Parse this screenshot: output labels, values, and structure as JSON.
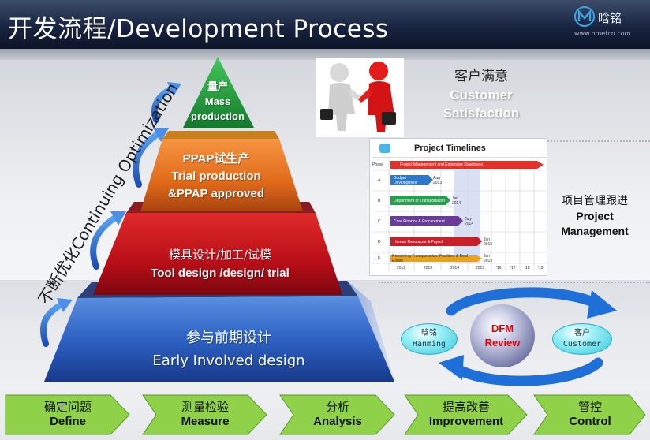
{
  "header": {
    "title": "开发流程/Development Process",
    "brand_name": "晗铭",
    "brand_url": "www.hmetcn.com"
  },
  "pyramid": {
    "mass": {
      "cn": "量产",
      "en1": "Mass",
      "en2": "production"
    },
    "ppap": {
      "cn": "PPAP试生产",
      "en1": "Trial production",
      "en2": "&PPAP approved"
    },
    "tool": {
      "cn": "模具设计/加工/试模",
      "en": "Tool design /design/ trial"
    },
    "early": {
      "cn": "参与前期设计",
      "en": "Early Involved design"
    },
    "optimization_label": "不断优化Continuing Optimization"
  },
  "customer_satisfaction": {
    "cn": "客户满意",
    "en1": "Customer",
    "en2": "Satisfaction"
  },
  "project_management": {
    "cn": "项目管理跟进",
    "en1": "Project",
    "en2": "Management"
  },
  "timeline": {
    "title": "Project Timelines",
    "header_label": "Phase",
    "header_bar": "Project Management and Enterprise Readiness",
    "rows": [
      {
        "phase": "A",
        "task": "Budget Development",
        "date": "Aug 2013"
      },
      {
        "phase": "B",
        "task": "Department of Transportation",
        "date": "Jan 2014"
      },
      {
        "phase": "C",
        "task": "Core Finance & Procurement",
        "date": "July 2014"
      },
      {
        "phase": "D",
        "task": "Human Resources & Payroll",
        "date": "Jan 2015"
      },
      {
        "phase": "E",
        "task": "Remaining Transportation, Facilities & Real Estate",
        "date": "Jan 2015"
      }
    ],
    "years": [
      "2012",
      "2013",
      "2014",
      "2015",
      "'16",
      "'17",
      "'18",
      "'19"
    ]
  },
  "cycle": {
    "left": {
      "cn": "晗铭",
      "en": "Hanming"
    },
    "center": {
      "line1": "DFM",
      "line2": "Review"
    },
    "right": {
      "cn": "客户",
      "en": "Customer"
    }
  },
  "steps": [
    {
      "cn": "确定问题",
      "en": "Define"
    },
    {
      "cn": "测量检验",
      "en": "Measure"
    },
    {
      "cn": "分析",
      "en": "Analysis"
    },
    {
      "cn": "提高改善",
      "en": "Improvement"
    },
    {
      "cn": "管控",
      "en": "Control"
    }
  ],
  "colors": {
    "mass": "#1e9a3c",
    "ppap": "#e8701e",
    "tool": "#c8141e",
    "early": "#2a5fbf",
    "step": "#8fd24a",
    "cycle_arrow": "#1f6fd8"
  }
}
